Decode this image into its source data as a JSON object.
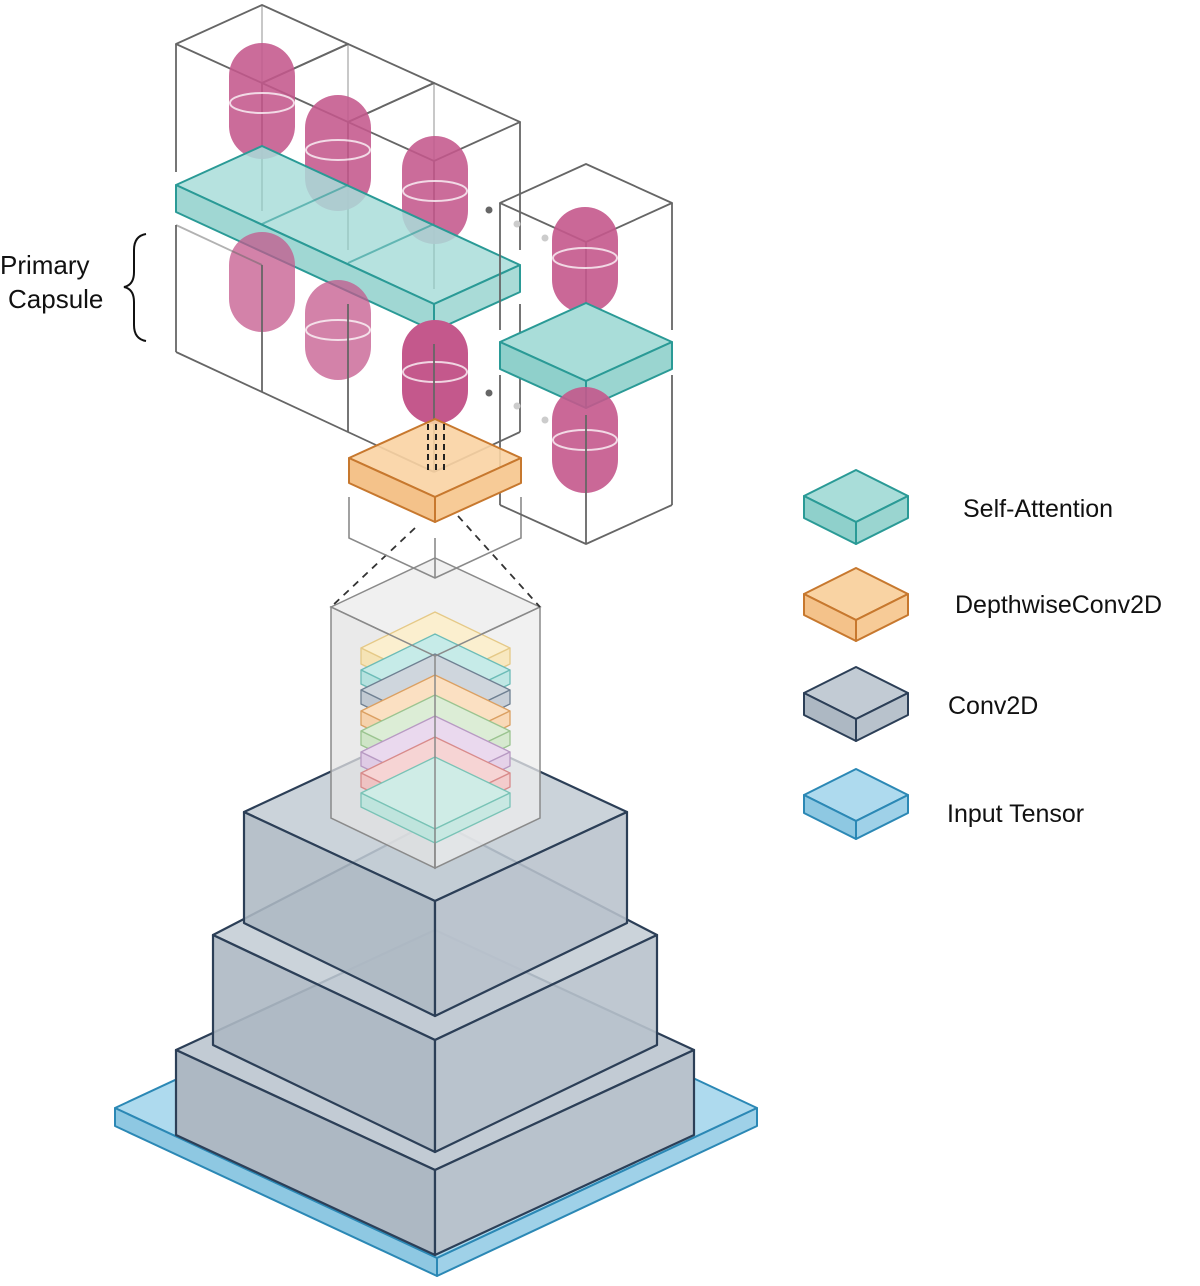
{
  "diagram": {
    "side_label": {
      "line1": "Primary",
      "line2": "Capsule"
    },
    "legend": [
      {
        "label": "Self-Attention",
        "layer": "self-attention"
      },
      {
        "label": "DepthwiseConv2D",
        "layer": "depthwise-conv2d"
      },
      {
        "label": "Conv2D",
        "layer": "conv2d"
      },
      {
        "label": "Input Tensor",
        "layer": "input-tensor"
      }
    ]
  },
  "colors": {
    "self_attention": {
      "fill": "#a9ddd9",
      "stroke": "#2a9a96"
    },
    "depthwise_conv2d": {
      "fill": "#f9d3a3",
      "stroke": "#c7782e"
    },
    "conv2d": {
      "fill": "#b8c2cc",
      "stroke": "#2c3f57"
    },
    "input_tensor": {
      "fill": "#aedaee",
      "stroke": "#2b88b5"
    },
    "capsule": "#c4588c",
    "capsule_box": "#666666"
  }
}
